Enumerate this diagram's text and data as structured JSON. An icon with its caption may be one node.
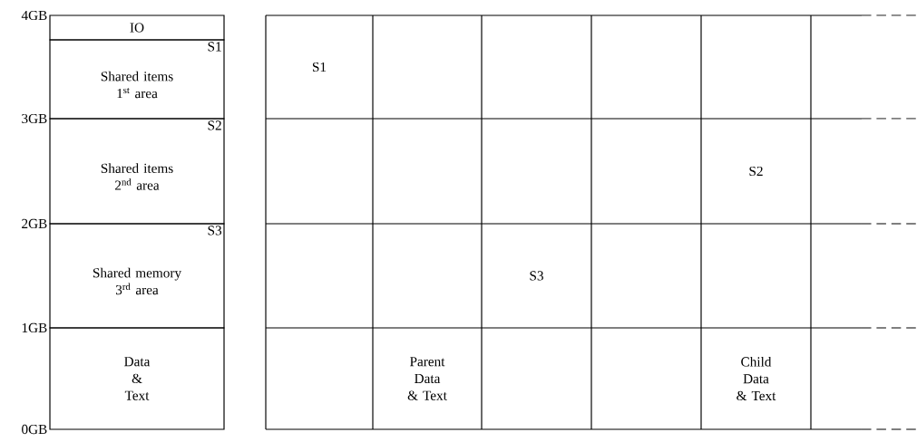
{
  "diagram": {
    "nodes": [
      {
        "text": [
          "IO"
        ]
      },
      {
        "text": [
          "S1",
          "Shared items 1$^{st}$ area"
        ]
      },
      {
        "text": [
          "S2",
          "Shared items 2$^{nd}$ area"
        ]
      },
      {
        "text": [
          "S3",
          "Shared memory 3$^{rd}$ area"
        ]
      },
      {
        "text": [
          "Data & Text"
        ]
      },
      {
        "text": [
          "S1"
        ]
      },
      {
        "text": [
          "S2"
        ]
      },
      {
        "text": [
          "S3"
        ]
      },
      {
        "text": [
          "Parent Data & Text"
        ]
      },
      {
        "text": [
          "Child Data & Text"
        ]
      }
    ],
    "labels": [
      "4GB",
      "3GB",
      "2GB",
      "1GB",
      "0GB"
    ]
  }
}
